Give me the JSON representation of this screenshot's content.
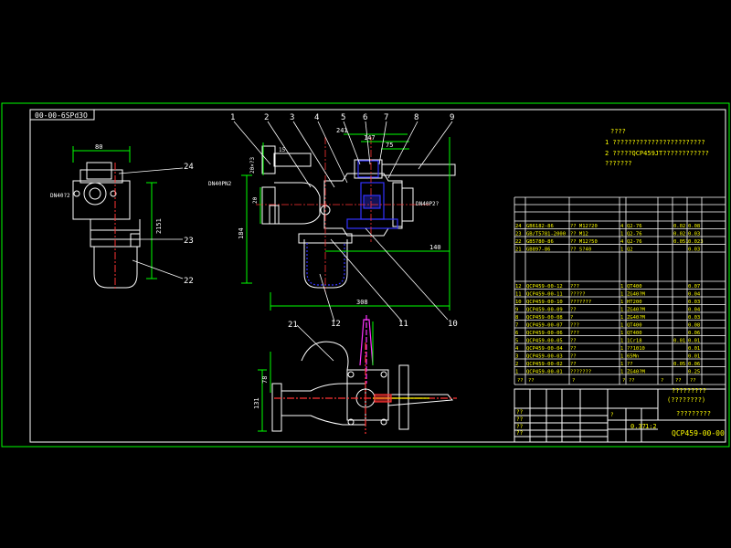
{
  "drawing": {
    "code_tag": "00-00-6SPd3O",
    "drawing_number": "QCP459-00-00",
    "title_note": "?????????",
    "company_note": "?????????",
    "company_note2": "(????????)"
  },
  "notes": {
    "heading": "????",
    "line1": "1  ????????????????????????",
    "line2": "2  ?????QCP459JT????????????",
    "line3": "???????"
  },
  "balloons": [
    "1",
    "2",
    "3",
    "4",
    "5",
    "6",
    "7",
    "8",
    "9",
    "10",
    "11",
    "12",
    "21",
    "22",
    "23",
    "24"
  ],
  "dimensions": {
    "d80": "80",
    "d241": "241",
    "d147": "147",
    "d75": "75",
    "d308": "308",
    "d140": "140",
    "d184": "184",
    "d20": "20",
    "d15": "15",
    "d2151": "2151",
    "d78": "78",
    "d131": "131",
    "dG1": "20×?3",
    "dG2": "DN40PN2",
    "dG3": "DN40P2?",
    "dG4": "DN40?2"
  },
  "bom_rows_upper": [
    [
      "24",
      "GB6182-86",
      "??  M12?20",
      "4",
      "Q2-76",
      "",
      "0.02",
      "0.08"
    ],
    [
      "23",
      "GB/T5781-2000",
      "??  M12",
      "1",
      "Q2-76",
      "",
      "0.02",
      "0.03"
    ],
    [
      "22",
      "GB5780-86",
      "??  M12?50",
      "4",
      "Q2-76",
      "",
      "0.051",
      "0.023"
    ],
    [
      "21",
      "GB897-86",
      "??  S?40",
      "1",
      "Q2",
      "",
      "",
      "0.03"
    ]
  ],
  "bom_rows_lower": [
    [
      "12",
      "QCP459-00-12",
      "???",
      "1",
      "QT400",
      "",
      "",
      "0.07"
    ],
    [
      "11",
      "QCP459-00-11",
      "?????",
      "1",
      "ZG40?M",
      "",
      "",
      "0.04"
    ],
    [
      "10",
      "QCP459-00-10",
      "???????",
      "1",
      "HT200",
      "",
      "",
      "0.03"
    ],
    [
      "9",
      "QCP459-00-09",
      "??",
      "1",
      "ZG40?M",
      "",
      "",
      "0.04"
    ],
    [
      "8",
      "QCP459-00-08",
      "?",
      "1",
      "ZG40?M",
      "",
      "",
      "0.03"
    ],
    [
      "7",
      "QCP459-00-07",
      "???",
      "1",
      "QT400",
      "",
      "",
      "0.08"
    ],
    [
      "6",
      "QCP459-00-06",
      "???",
      "1",
      "QT400",
      "",
      "",
      "0.06"
    ],
    [
      "5",
      "QCP459-00-05",
      "??",
      "1",
      "1Cr18",
      "",
      "0.01",
      "0.01"
    ],
    [
      "4",
      "QCP459-00-04",
      "??",
      "1",
      "??1010",
      "",
      "",
      "0.01"
    ],
    [
      "3",
      "QCP459-00-03",
      "??",
      "1",
      "65Mn",
      "",
      "",
      "0.01"
    ],
    [
      "2",
      "QCP459-00-02",
      "??",
      "1",
      "??",
      "",
      "0.05",
      "0.06"
    ],
    [
      "1",
      "QCP459-00-01",
      "???????",
      "1",
      "ZG40?M",
      "",
      "",
      "0.25"
    ]
  ],
  "bom_header": [
    "??",
    "??",
    "?",
    "?",
    "??",
    "?",
    "??",
    "??"
  ],
  "title_block": {
    "mass": "0.37",
    "scale": "1:2",
    "sheet": "?",
    "design": "??",
    "check": "??",
    "approve": "??",
    "process": "??"
  },
  "colors": {
    "frame": "#00ff00",
    "outline": "#ffffff",
    "dimension": "#00ff00",
    "leader": "#ffffff",
    "hatch_blue": "#3333ff",
    "center": "#ff3333",
    "accent": "#ff33ff",
    "text_note": "#ffff00"
  }
}
